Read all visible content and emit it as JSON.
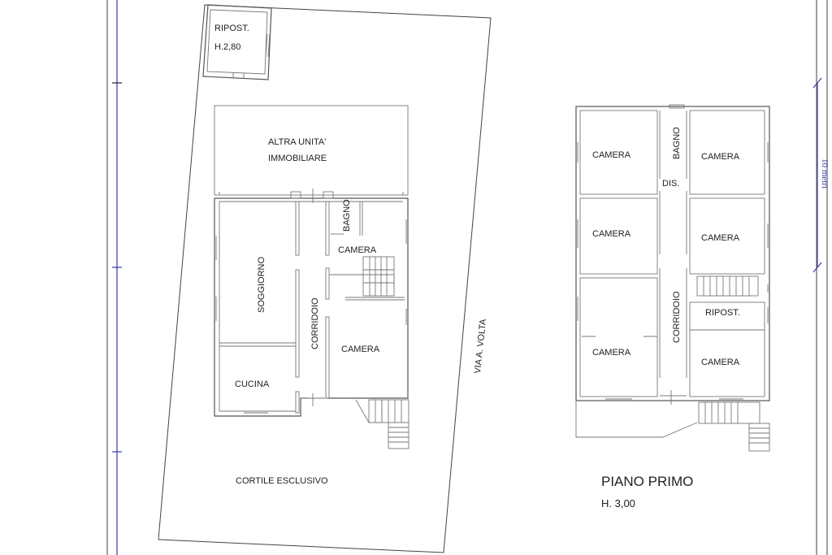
{
  "drawing": {
    "type": "floor-plan",
    "ground_floor": {
      "lot_label": "CORTILE ESCLUSIVO",
      "street_label": "VIA A. VOLTA",
      "shed": {
        "name": "RIPOST.",
        "height": "H.2,80"
      },
      "other_unit": {
        "line1": "ALTRA UNITA'",
        "line2": "IMMOBILIARE"
      },
      "rooms": [
        {
          "name": "SOGGIORNO",
          "rotated": true
        },
        {
          "name": "CORRIDOIO",
          "rotated": true
        },
        {
          "name": "BAGNO",
          "rotated": true
        },
        {
          "name": "CAMERA"
        },
        {
          "name": "CAMERA"
        },
        {
          "name": "CUCINA"
        }
      ]
    },
    "first_floor": {
      "title": "PIANO PRIMO",
      "height": "H. 3,00",
      "rooms": [
        {
          "name": "CAMERA"
        },
        {
          "name": "BAGNO",
          "rotated": true
        },
        {
          "name": "CAMERA"
        },
        {
          "name": "DIS."
        },
        {
          "name": "CAMERA"
        },
        {
          "name": "CAMERA"
        },
        {
          "name": "CORRIDOIO",
          "rotated": true
        },
        {
          "name": "RIPOST."
        },
        {
          "name": "CAMERA"
        },
        {
          "name": "CAMERA"
        }
      ]
    },
    "scale_bar": {
      "label": "10 metri"
    },
    "colors": {
      "line": "#555555",
      "scale": "#3a3aa8",
      "frame": "#777777"
    }
  }
}
